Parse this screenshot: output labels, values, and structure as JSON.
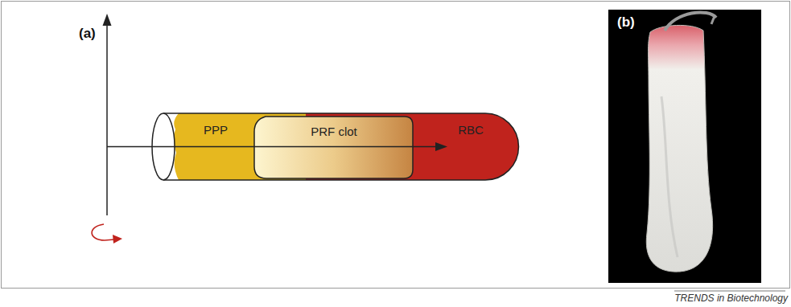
{
  "diagram": {
    "nodes": [
      {
        "text": [
          "PPP"
        ]
      },
      {
        "text": [
          "PRF clot"
        ]
      },
      {
        "text": [
          "RBC"
        ]
      }
    ],
    "labels": [
      "(a)",
      "(b)",
      "TRENDS in Biotechnology"
    ]
  }
}
